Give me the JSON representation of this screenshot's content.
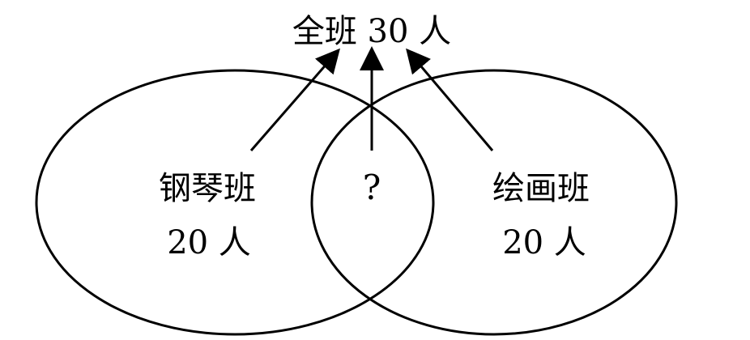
{
  "title": "全班 30 人",
  "left_set": {
    "name": "钢琴班",
    "count": "20 人"
  },
  "right_set": {
    "name": "绘画班",
    "count": "20 人"
  },
  "overlap": {
    "label": "?"
  },
  "colors": {
    "stroke": "#000000",
    "background": "#ffffff"
  }
}
